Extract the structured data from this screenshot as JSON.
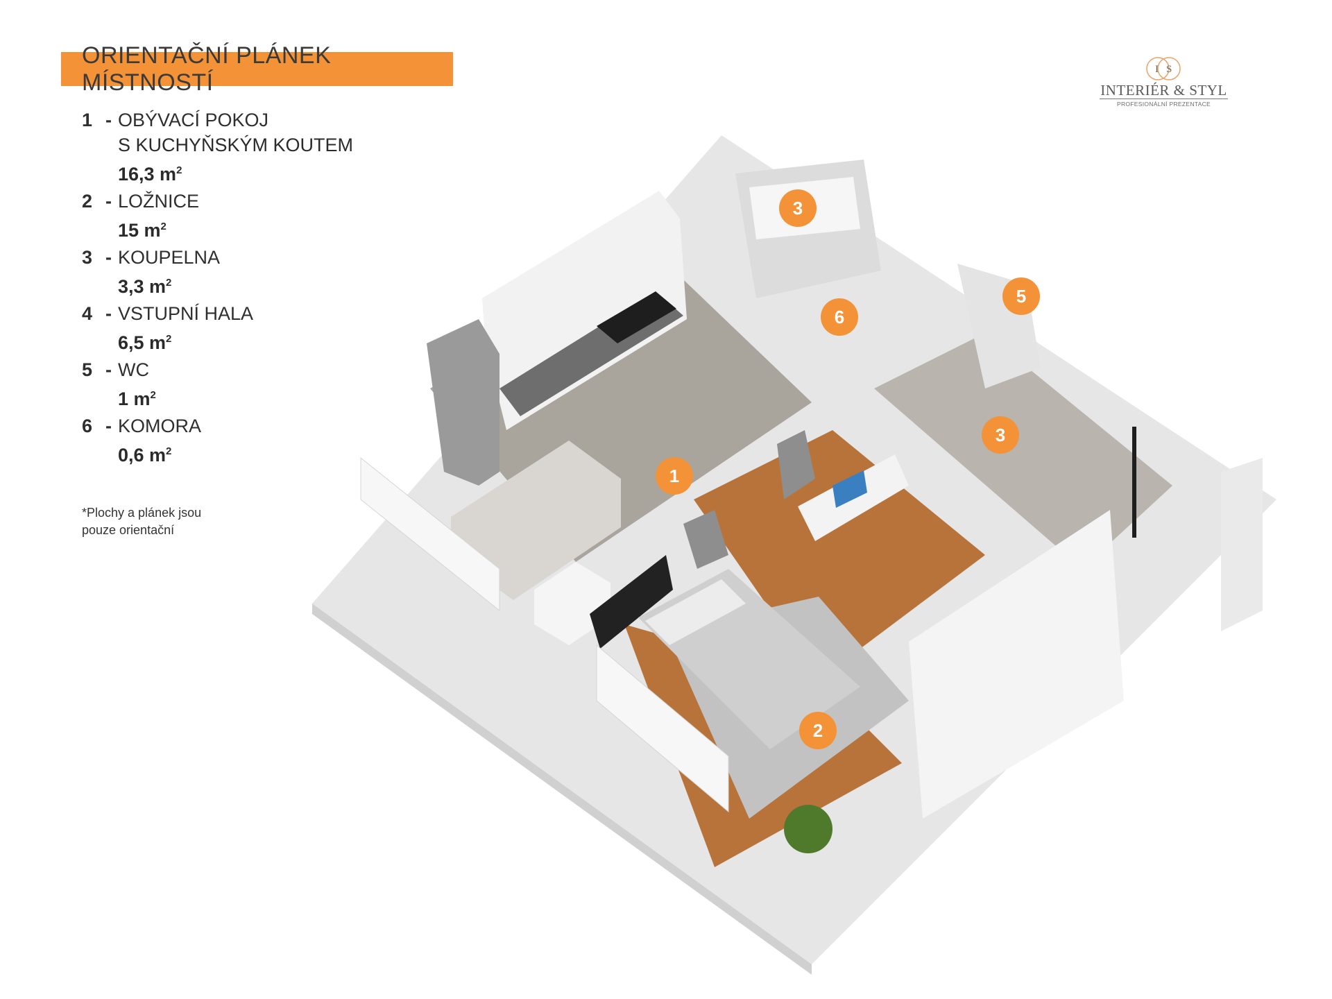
{
  "title": "ORIENTAČNÍ PLÁNEK MÍSTNOSTÍ",
  "rooms": [
    {
      "number": "1",
      "name_line1": "OBÝVACÍ POKOJ",
      "name_line2": "S KUCHYŇSKÝM KOUTEM",
      "area": "16,3 m",
      "area_sup": "2"
    },
    {
      "number": "2",
      "name_line1": "LOŽNICE",
      "name_line2": "",
      "area": "15 m",
      "area_sup": "2"
    },
    {
      "number": "3",
      "name_line1": "KOUPELNA",
      "name_line2": "",
      "area": "3,3 m",
      "area_sup": "2"
    },
    {
      "number": "4",
      "name_line1": "VSTUPNÍ HALA",
      "name_line2": "",
      "area": "6,5 m",
      "area_sup": "2"
    },
    {
      "number": "5",
      "name_line1": "WC",
      "name_line2": "",
      "area": "1 m",
      "area_sup": "2"
    },
    {
      "number": "6",
      "name_line1": "KOMORA",
      "name_line2": "",
      "area": "0,6 m",
      "area_sup": "2"
    }
  ],
  "note_line1": "*Plochy  a plánek jsou",
  "note_line2": "pouze orientační",
  "logo": {
    "monogram_left": "I",
    "monogram_right": "S",
    "name": "INTERIÉR & STYL",
    "tagline": "PROFESIONÁLNÍ PREZENTACE"
  },
  "plan_markers": [
    "1",
    "2",
    "3",
    "3",
    "5",
    "6"
  ],
  "colors": {
    "accent": "#f39237",
    "wall": "#ececec",
    "floor_living": "#a9a49c",
    "floor_bedroom": "#b8733a"
  }
}
